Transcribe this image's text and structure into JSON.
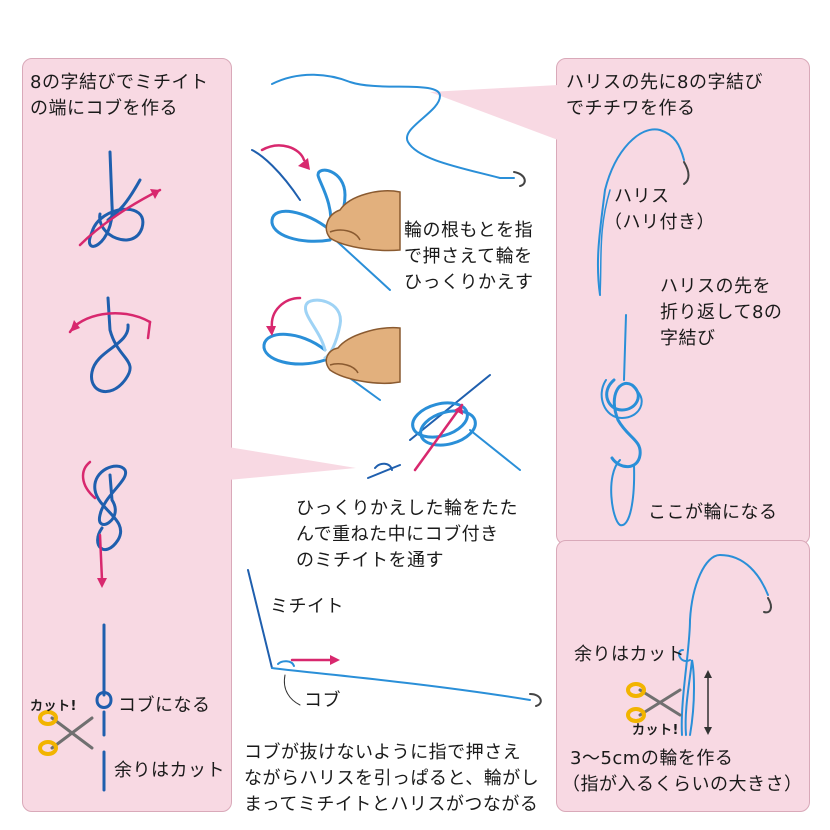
{
  "colors": {
    "panel": "#f8d9e3",
    "line_blue": "#2a8fd8",
    "line_dark": "#1f5fae",
    "arrow_pink": "#d8286e",
    "finger": "#e2b07d",
    "scissors_handle": "#f2b400"
  },
  "left_panel": {
    "title_line1": "8の字結びでミチイト",
    "title_line2": "の端にコブを作る",
    "knot_label": "コブになる",
    "cut_label": "カット!",
    "excess_label": "余りはカット"
  },
  "middle": {
    "flip_line1": "輪の根もとを指",
    "flip_line2": "で押さえて輪を",
    "flip_line3": "ひっくりかえす",
    "fold_line1": "ひっくりかえした輪をたた",
    "fold_line2": "んで重ねた中にコブ付き",
    "fold_line3": "のミチイトを通す",
    "michiito_label": "ミチイト",
    "kobu_label": "コブ",
    "bottom_line1": "コブが抜けないように指で押さえ",
    "bottom_line2": "ながらハリスを引っぱると、輪がし",
    "bottom_line3": "まってミチイトとハリスがつながる"
  },
  "right_panel": {
    "title_line1": "ハリスの先に8の字結び",
    "title_line2": "でチチワを作る",
    "harisu_line1": "ハリス",
    "harisu_line2": "（ハリ付き）",
    "fold_line1": "ハリスの先を",
    "fold_line2": "折り返して8の",
    "fold_line3": "字結び",
    "loop_label": "ここが輪になる",
    "excess_label": "余りはカット",
    "cut_label": "カット!",
    "size_line1": "3～5cmの輪を作る",
    "size_line2": "（指が入るくらいの大きさ）"
  }
}
